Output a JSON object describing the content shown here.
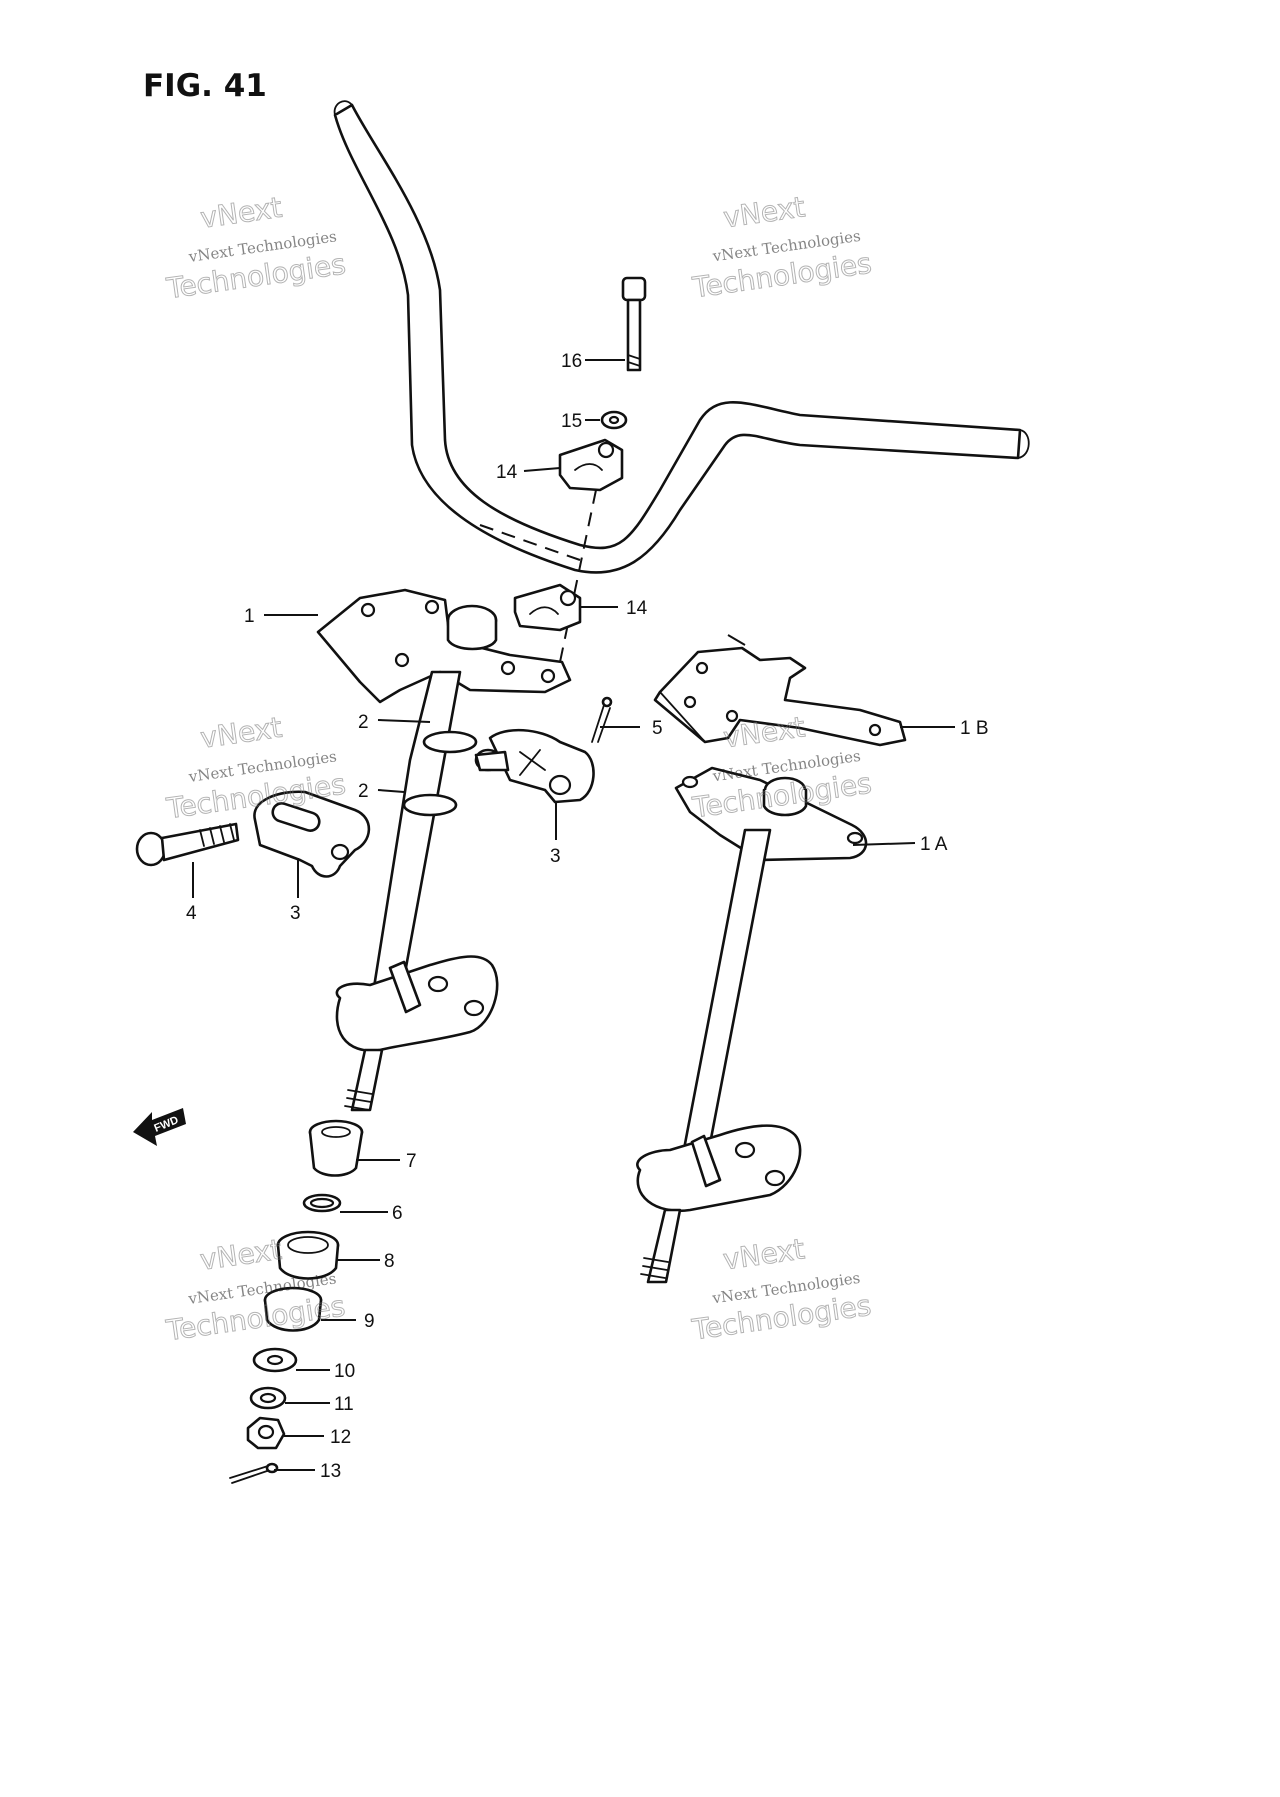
{
  "figure": {
    "title": "FIG. 41"
  },
  "watermark": {
    "line1": "vNext Technologies",
    "line2": "Technologies",
    "line3": "vNext"
  },
  "direction_mark": {
    "text": "FWD"
  },
  "callouts": {
    "c1": "1",
    "c1a": "1 A",
    "c1b": "1 B",
    "c2a": "2",
    "c2b": "2",
    "c3a": "3",
    "c3b": "3",
    "c4": "4",
    "c5": "5",
    "c6": "6",
    "c7": "7",
    "c8": "8",
    "c9": "9",
    "c10": "10",
    "c11": "11",
    "c12": "12",
    "c13": "13",
    "c14a": "14",
    "c14b": "14",
    "c15": "15",
    "c16": "16"
  }
}
